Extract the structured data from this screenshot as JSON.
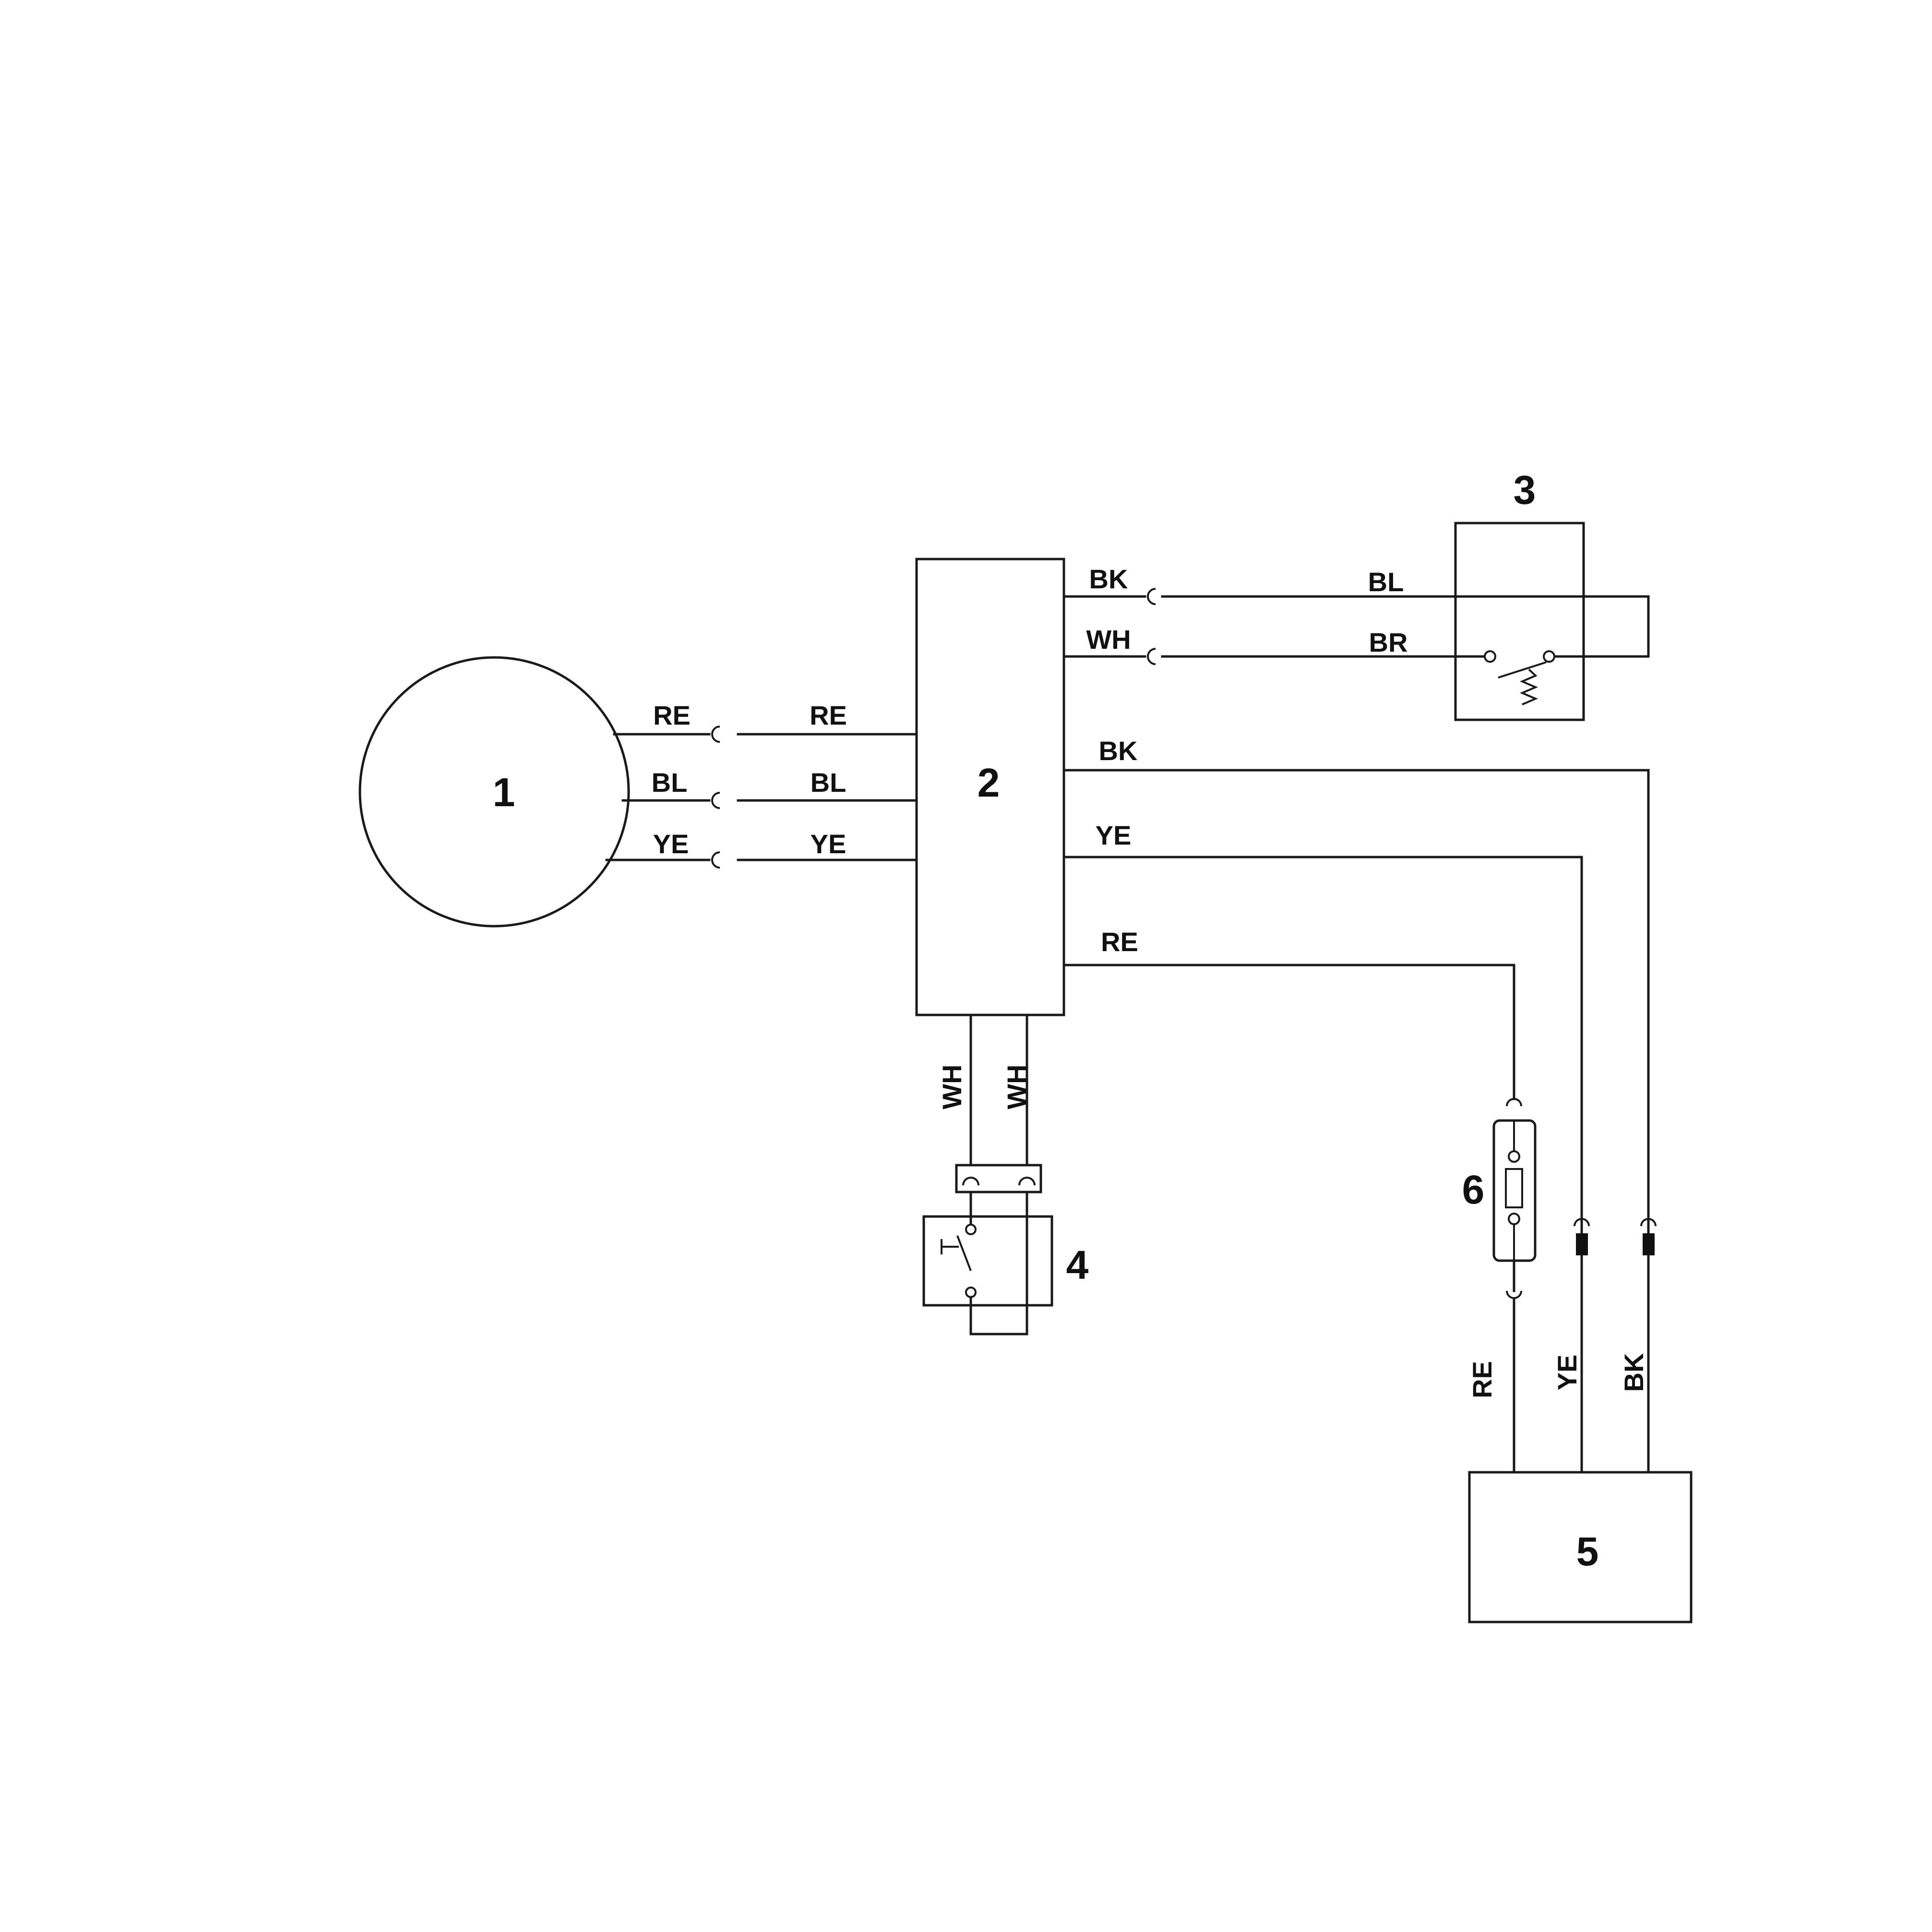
{
  "components": {
    "c1": "1",
    "c2": "2",
    "c3": "3",
    "c4": "4",
    "c5": "5",
    "c6": "6"
  },
  "wires": {
    "c1_top": "RE",
    "c1_mid": "BL",
    "c1_bot": "YE",
    "c2_in_top": "RE",
    "c2_in_mid": "BL",
    "c2_in_bot": "YE",
    "c2_out_1": "BK",
    "c2_out_2": "WH",
    "c3_in_1": "BL",
    "c3_in_2": "BR",
    "c2_out_3": "BK",
    "c2_out_4": "YE",
    "c2_out_5": "RE",
    "c2_bottom_left": "WH",
    "c2_bottom_right": "WH",
    "c5_in_1": "RE",
    "c5_in_2": "YE",
    "c5_in_3": "BK"
  },
  "colors": {
    "ink": "#1a1a1a",
    "background": "#ffffff"
  }
}
